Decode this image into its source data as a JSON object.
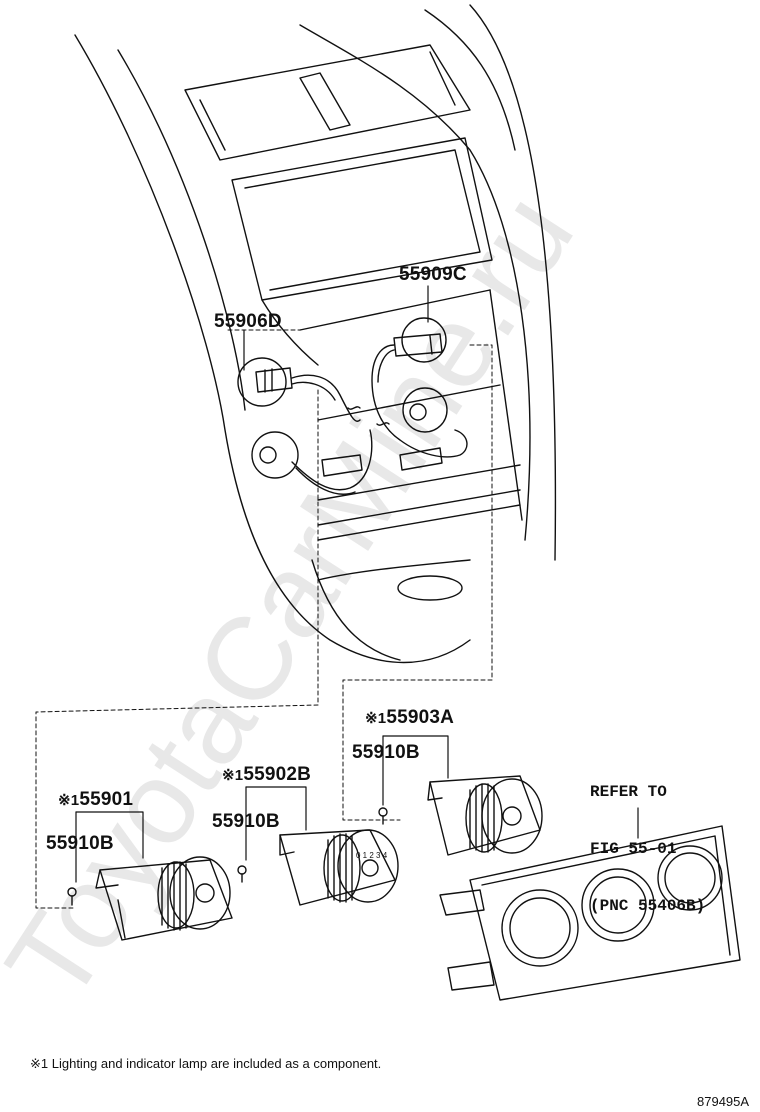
{
  "parts": {
    "p55909C": "55909C",
    "p55906D": "55906D",
    "p55903A": "55903A",
    "p55910B_a": "55910B",
    "p55902B": "55902B",
    "p55910B_b": "55910B",
    "p55901": "55901",
    "p55910B_c": "55910B"
  },
  "marker": "※1",
  "refer": {
    "line1": "REFER TO",
    "line2": "FIG 55-01",
    "line3": "(PNC 55406B)"
  },
  "footnote": "※1 Lighting and indicator lamp are included as a component.",
  "figure_id": "879495A",
  "watermark": "ToyotaCarMine.ru",
  "colors": {
    "ink": "#111111",
    "watermark": "#e6e6e6"
  }
}
